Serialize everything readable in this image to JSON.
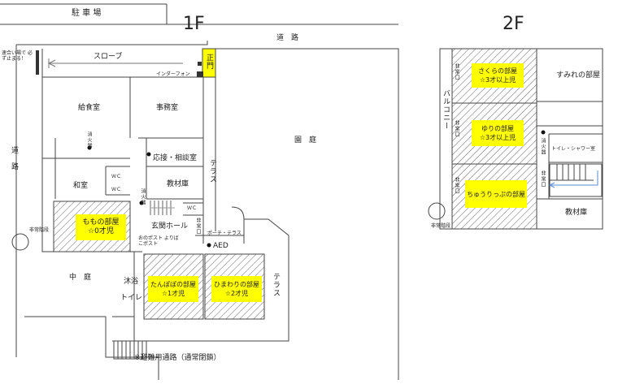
{
  "labels": {
    "parking": "駐 車 場",
    "floor1": "1F",
    "floor2": "2F",
    "road_top": "道　路",
    "road_left": "道　路",
    "slope": "スローブ",
    "caution": "速合い場で 必ず止まる！",
    "front_gate": "正門",
    "intercom": "インダーフォン",
    "dining": "給食室",
    "office": "事務室",
    "garden": "園　庭",
    "fire_ext1": "消火器",
    "fire_ext2": "消火器",
    "fire_ext3": "消火器",
    "reception": "応接・相談室",
    "terrace1": "テラス",
    "terrace2": "テラス",
    "japanese_room": "和室",
    "wc1": "ＷＣ",
    "wc2": "ＷＣ",
    "wc3": "ＷＣ",
    "materials1": "教材庫",
    "hall": "玄関ホール",
    "porch": "ポーチ・テラス",
    "emergency_exit1": "非常口",
    "emergency_exit2": "非常口",
    "emergency_exit3": "非常口",
    "emergency_exit4": "非常口",
    "emergency_exit5": "非常口",
    "postbox": "おのポスト よりばこポスト",
    "aed": "AED",
    "momo": "ももの部屋\n☆0才児",
    "tanpopo": "たんぽぽの部屋\n☆1才児",
    "himawari": "ひまわりの部屋\n☆2才児",
    "courtyard": "中　庭",
    "bath": "沐浴",
    "toilet1": "トイレ",
    "evac_route": "※避難用通路（通常閉鎖）",
    "stairs_label": "非常階段",
    "stairs_label2": "非常階段",
    "sakura": "さくらの部屋\n☆3才以上児",
    "yuri": "ゆりの部屋\n☆3才以上児",
    "tulip": "ちゅうりっぷの部屋",
    "sumire": "すみれの部屋",
    "balcony": "バルコニー",
    "toilet_shower": "トイレ・シャワー室",
    "materials2": "教材庫"
  },
  "colors": {
    "room_highlight": "#ffff00",
    "line": "#444444",
    "hatch": "#666666"
  }
}
